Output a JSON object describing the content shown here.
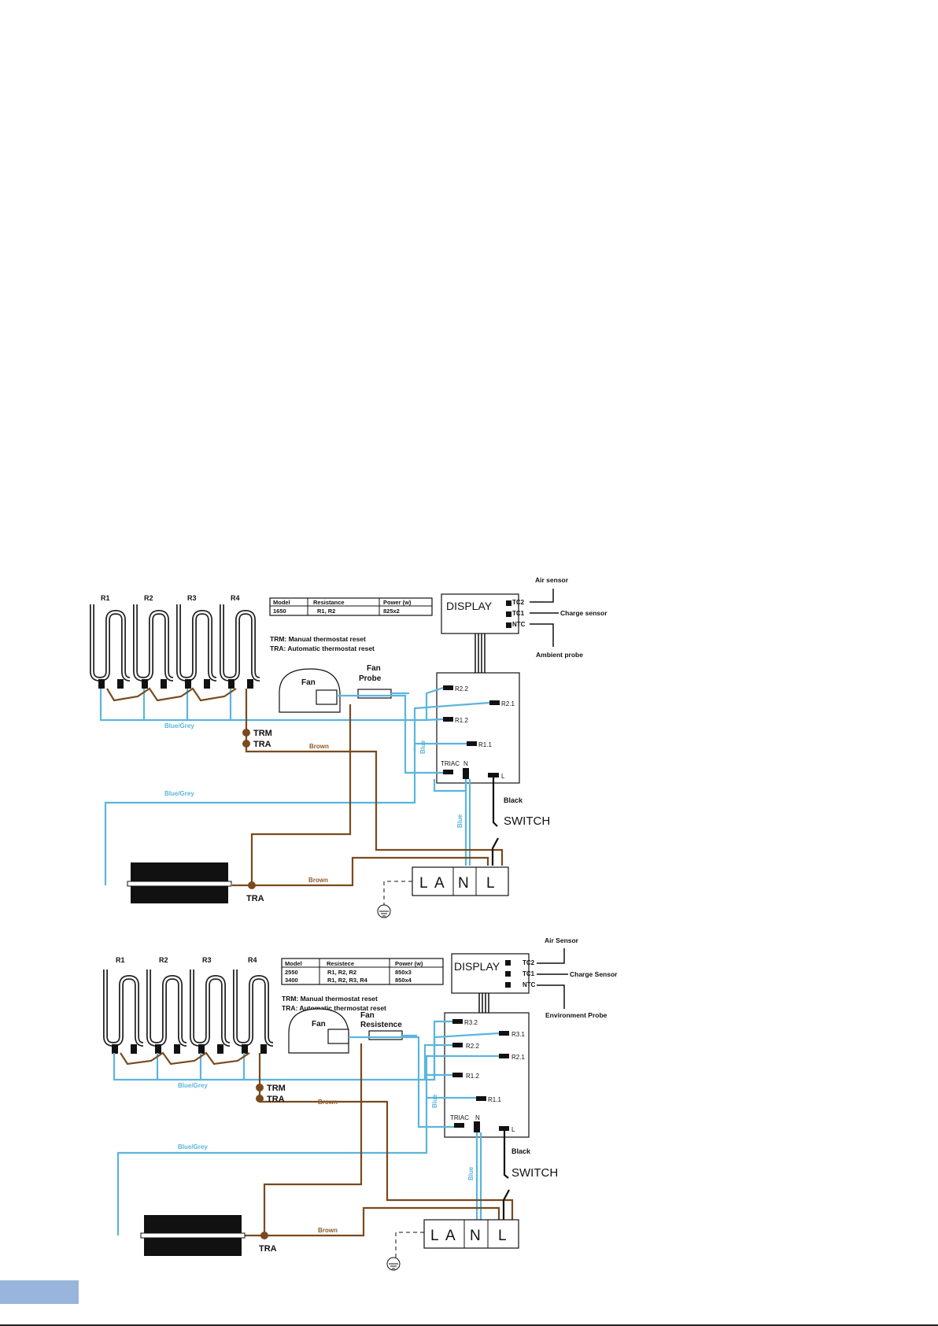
{
  "diagram1": {
    "heaters": [
      "R1",
      "R2",
      "R3",
      "R4"
    ],
    "table": {
      "headers": [
        "Model",
        "Resistance",
        "Power (w)"
      ],
      "rows": [
        [
          "1650",
          "R1, R2",
          "825x2"
        ]
      ]
    },
    "legend": [
      "TRM: Manual thermostat reset",
      "TRA:  Automatic thermostat reset"
    ],
    "display": "DISPLAY",
    "display_ports": [
      "TC2",
      "TC1",
      "NTC"
    ],
    "sensors": [
      "Air sensor",
      "Charge sensor",
      "Ambient probe"
    ],
    "fan": "Fan",
    "probe": [
      "Fan",
      "Probe"
    ],
    "board_terminals": [
      "R2.2",
      "R2.1",
      "R1.2",
      "R1.1",
      "TRIAC",
      "N",
      "L"
    ],
    "wire_labels": [
      "Blue/Grey",
      "Blue/Grey",
      "Brown",
      "Brown",
      "Blue",
      "Blue",
      "Black"
    ],
    "thermostats": [
      "TRM",
      "TRA",
      "TRA"
    ],
    "switch": "SWITCH",
    "mains": [
      "L",
      "A",
      "N",
      "L"
    ]
  },
  "diagram2": {
    "heaters": [
      "R1",
      "R2",
      "R3",
      "R4"
    ],
    "table": {
      "headers": [
        "Model",
        "Resistece",
        "Power (w)"
      ],
      "rows": [
        [
          "2550",
          "R1, R2, R2",
          "850x3"
        ],
        [
          "3400",
          "R1, R2, R3, R4",
          "850x4"
        ]
      ]
    },
    "legend": [
      "TRM: Manual thermostat reset",
      "TRA:  Automatic thermostat reset"
    ],
    "display": "DISPLAY",
    "display_ports": [
      "TC2",
      "TC1",
      "NTC"
    ],
    "sensors": [
      "Air Sensor",
      "Charge Sensor",
      "Environment Probe"
    ],
    "fan": "Fan",
    "resistance": [
      "Fan",
      "Resistence"
    ],
    "board_terminals": [
      "R3.2",
      "R3.1",
      "R2.2",
      "R2.1",
      "R1.2",
      "R1.1",
      "TRIAC",
      "N",
      "L"
    ],
    "wire_labels": [
      "Blue/Grey",
      "Blue/Grey",
      "Brown",
      "Brown",
      "Blue",
      "Blue",
      "Black"
    ],
    "thermostats": [
      "TRM",
      "TRA",
      "TRA"
    ],
    "switch": "SWITCH",
    "mains": [
      "L",
      "A",
      "N",
      "L"
    ]
  },
  "colors": {
    "blue_wire": "#5bb5dd",
    "brown_wire": "#7a4a1e",
    "black_wire": "#111111",
    "footer_tab": "#9ab5db"
  }
}
